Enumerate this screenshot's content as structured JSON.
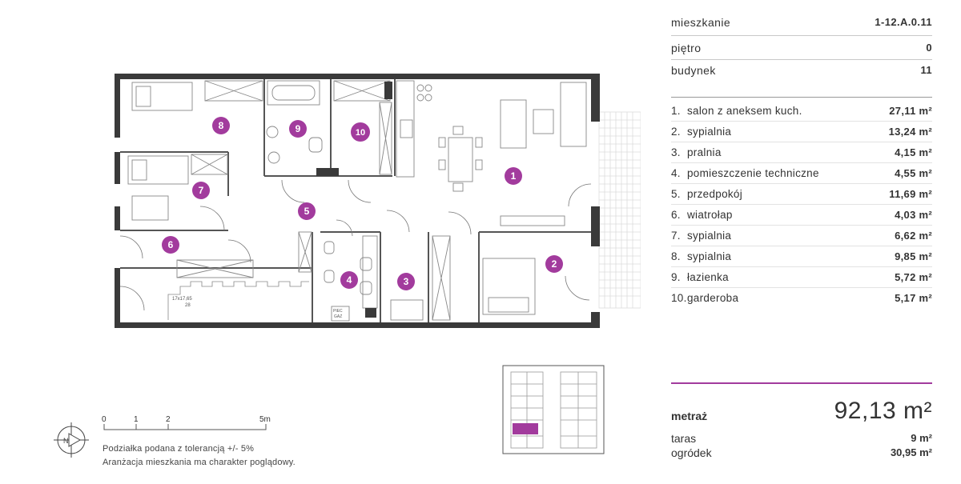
{
  "info": {
    "mieszkanie_label": "mieszkanie",
    "mieszkanie_value": "1-12.A.0.11",
    "pietro_label": "piętro",
    "pietro_value": "0",
    "budynek_label": "budynek",
    "budynek_value": "11"
  },
  "rooms": [
    {
      "no": "1.",
      "name": "salon z aneksem kuch.",
      "area": "27,11 m²"
    },
    {
      "no": "2.",
      "name": "sypialnia",
      "area": "13,24 m²"
    },
    {
      "no": "3.",
      "name": "pralnia",
      "area": "4,15 m²"
    },
    {
      "no": "4.",
      "name": "pomieszczenie techniczne",
      "area": "4,55 m²"
    },
    {
      "no": "5.",
      "name": "przedpokój",
      "area": "11,69 m²"
    },
    {
      "no": "6.",
      "name": "wiatrołap",
      "area": "4,03 m²"
    },
    {
      "no": "7.",
      "name": "sypialnia",
      "area": "6,62 m²"
    },
    {
      "no": "8.",
      "name": "sypialnia",
      "area": "9,85 m²"
    },
    {
      "no": "9.",
      "name": "łazienka",
      "area": "5,72 m²"
    },
    {
      "no": "10.",
      "name": "garderoba",
      "area": "5,17 m²"
    }
  ],
  "summary": {
    "metraz_label": "metraż",
    "metraz_value": "92,13 m²",
    "taras_label": "taras",
    "taras_value": "9 m²",
    "ogrodek_label": "ogródek",
    "ogrodek_value": "30,95 m²"
  },
  "plan": {
    "badges": [
      "1",
      "2",
      "3",
      "4",
      "5",
      "6",
      "7",
      "8",
      "9",
      "10"
    ],
    "stair_label_1": "17x17,65",
    "stair_label_2": "28",
    "box_label_1": "PIEC",
    "box_label_2": "GAZ"
  },
  "scale": {
    "ticks": [
      "0",
      "1",
      "2",
      "5m"
    ],
    "note_1": "Podziałka podana z tolerancją +/- 5%",
    "note_2": "Aranżacja mieszkania ma charakter poglądowy."
  },
  "colors": {
    "accent": "#a23b9d",
    "wall": "#3a3a3a",
    "terrace": "#e0e0e0"
  }
}
